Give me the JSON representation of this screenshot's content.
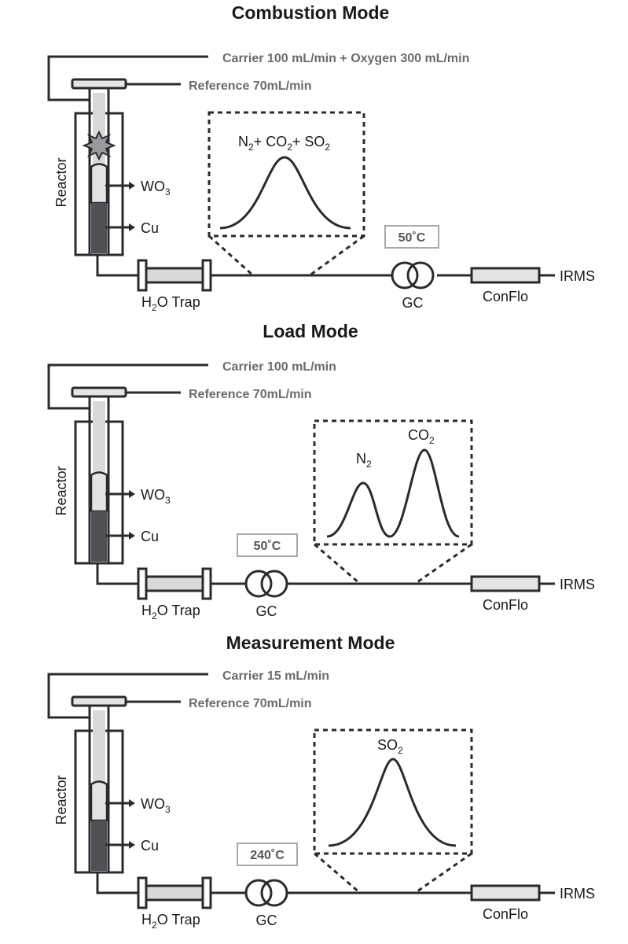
{
  "panels": [
    {
      "title": "Combustion Mode",
      "carrier": "Carrier 100 mL/min + Oxygen 300 mL/min",
      "reference": "Reference 70mL/min",
      "reactor": "Reactor",
      "wo3": {
        "main": "WO",
        "sub": "3"
      },
      "cu": "Cu",
      "trap": {
        "a": "H",
        "sub": "2",
        "b": "O Trap"
      },
      "temperature": "50˚C",
      "gc": "GC",
      "conflo": "ConFlo",
      "irms": "IRMS",
      "peak_label": [
        [
          "N",
          "2"
        ],
        [
          "+ CO",
          "2"
        ],
        [
          "+ SO",
          "2"
        ]
      ],
      "flash": true
    },
    {
      "title": "Load Mode",
      "carrier": "Carrier 100 mL/min",
      "reference": "Reference 70mL/min",
      "reactor": "Reactor",
      "wo3": {
        "main": "WO",
        "sub": "3"
      },
      "cu": "Cu",
      "trap": {
        "a": "H",
        "sub": "2",
        "b": "O Trap"
      },
      "temperature": "50˚C",
      "gc": "GC",
      "conflo": "ConFlo",
      "irms": "IRMS",
      "peaks": [
        {
          "label": {
            "main": "N",
            "sub": "2"
          }
        },
        {
          "label": {
            "main": "CO",
            "sub": "2"
          }
        }
      ],
      "flash": false
    },
    {
      "title": "Measurement Mode",
      "carrier": "Carrier 15 mL/min",
      "reference": "Reference 70mL/min",
      "reactor": "Reactor",
      "wo3": {
        "main": "WO",
        "sub": "3"
      },
      "cu": "Cu",
      "trap": {
        "a": "H",
        "sub": "2",
        "b": "O Trap"
      },
      "temperature": "240˚C",
      "gc": "GC",
      "conflo": "ConFlo",
      "irms": "IRMS",
      "peaks": [
        {
          "label": {
            "main": "SO",
            "sub": "2"
          }
        }
      ],
      "flash": false
    }
  ],
  "colors": {
    "line": "#2b2b2e",
    "flow_text": "#6b6b6f",
    "reactor_fill": "#e4e4e6",
    "cu_fill": "#505055",
    "trap_fill": "#d9d9dc",
    "flash_fill": "#9a9a9e"
  }
}
